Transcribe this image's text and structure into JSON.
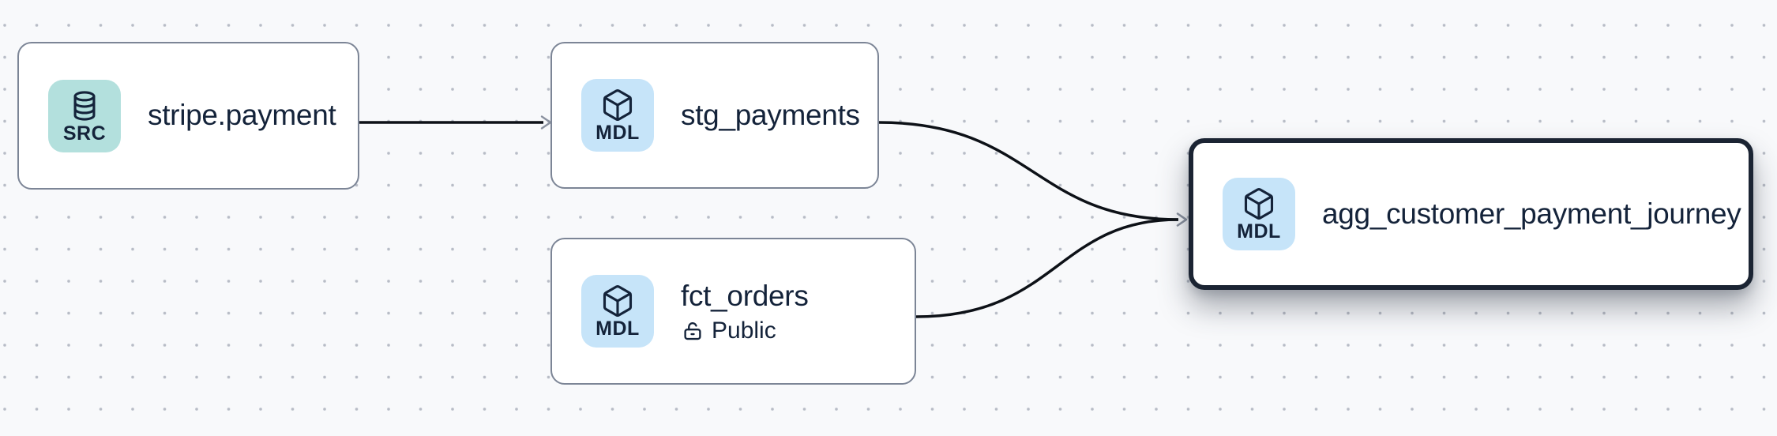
{
  "app": {
    "view": "lineage-graph-canvas"
  },
  "canvas": {
    "background_color": "#f8f9fb",
    "dot_color": "#b8bcc6",
    "edge_color": "#0d1117",
    "arrowhead_color": "#8b92a0",
    "node_border_color": "#7c8596",
    "selected_node_border_color": "#1b2433",
    "text_color": "#14233a"
  },
  "nodes": [
    {
      "id": "stripe.payment",
      "title": "stripe.payment",
      "badge": {
        "label": "SRC",
        "icon": "database-icon",
        "bg": "#b3e0dd"
      },
      "selected": false
    },
    {
      "id": "stg_payments",
      "title": "stg_payments",
      "badge": {
        "label": "MDL",
        "icon": "cube-icon",
        "bg": "#c6e4f9"
      },
      "selected": false
    },
    {
      "id": "fct_orders",
      "title": "fct_orders",
      "badge": {
        "label": "MDL",
        "icon": "cube-icon",
        "bg": "#c6e4f9"
      },
      "subtitle": {
        "icon": "unlock-icon",
        "label": "Public"
      },
      "selected": false
    },
    {
      "id": "agg_customer_payment_journey",
      "title": "agg_customer_payment_journey",
      "badge": {
        "label": "MDL",
        "icon": "cube-icon",
        "bg": "#c6e4f9"
      },
      "selected": true
    }
  ],
  "edges": [
    {
      "from": "stripe.payment",
      "to": "stg_payments"
    },
    {
      "from": "stg_payments",
      "to": "agg_customer_payment_journey"
    },
    {
      "from": "fct_orders",
      "to": "agg_customer_payment_journey"
    }
  ]
}
